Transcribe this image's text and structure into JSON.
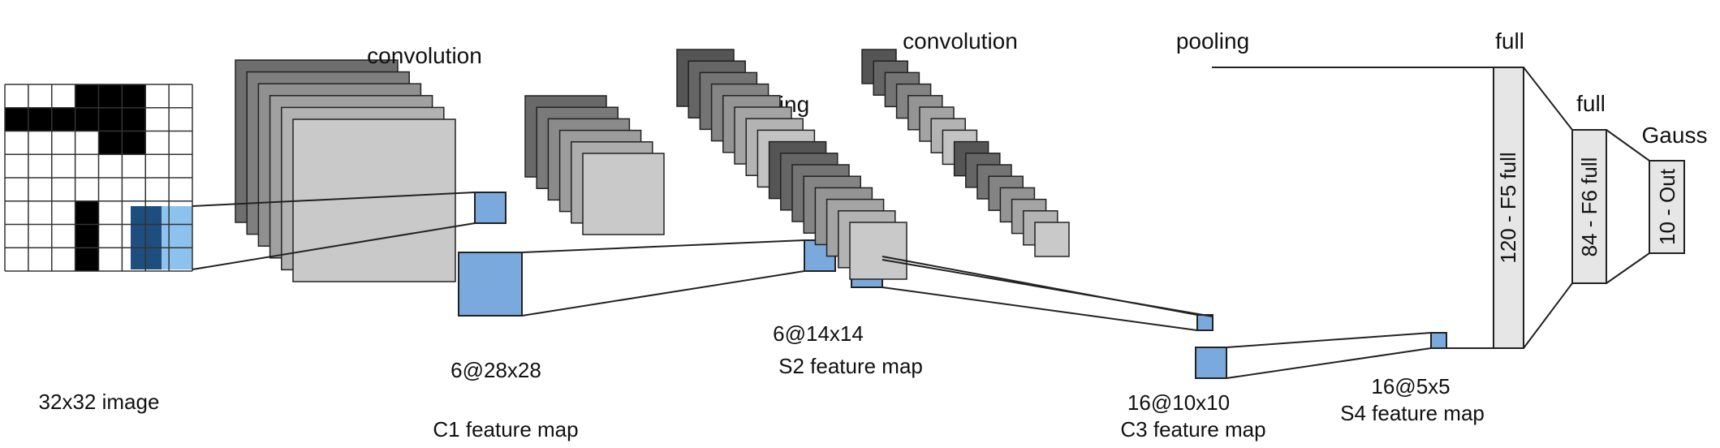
{
  "colors": {
    "pixel_on": "#000000",
    "pixel_off": "#ffffff",
    "kernel_dark": "#1e4e7e",
    "kernel_light": "#8ec2ee",
    "projection": "#79a9dd",
    "map_front": "#c9c9c9",
    "dense": "#e6e6e6"
  },
  "input": {
    "label": "32x32 image",
    "grid": [
      [
        0,
        0,
        0,
        1,
        1,
        1,
        0,
        0
      ],
      [
        1,
        1,
        1,
        1,
        1,
        1,
        0,
        0
      ],
      [
        0,
        0,
        0,
        0,
        1,
        1,
        0,
        0
      ],
      [
        0,
        0,
        0,
        0,
        0,
        0,
        0,
        0
      ],
      [
        0,
        0,
        0,
        0,
        0,
        0,
        0,
        0
      ],
      [
        0,
        0,
        0,
        1,
        0,
        0,
        0,
        0
      ],
      [
        0,
        0,
        0,
        1,
        0,
        0,
        0,
        0
      ],
      [
        0,
        0,
        0,
        1,
        0,
        0,
        0,
        0
      ]
    ]
  },
  "c1": {
    "op": "convolution",
    "size": "6@28x28",
    "name": "C1 feature map"
  },
  "s2": {
    "op": "pooling",
    "size": "6@14x14",
    "name": "S2 feature map"
  },
  "c3": {
    "op": "convolution",
    "size": "16@10x10",
    "name": "C3 feature map"
  },
  "s4": {
    "op": "pooling",
    "size": "16@5x5",
    "name": "S4 feature map"
  },
  "f5": {
    "op": "full",
    "label": "120 - F5 full"
  },
  "f6": {
    "op": "full",
    "label": "84 - F6 full"
  },
  "out": {
    "op": "Gauss",
    "label": "10 - Out"
  }
}
